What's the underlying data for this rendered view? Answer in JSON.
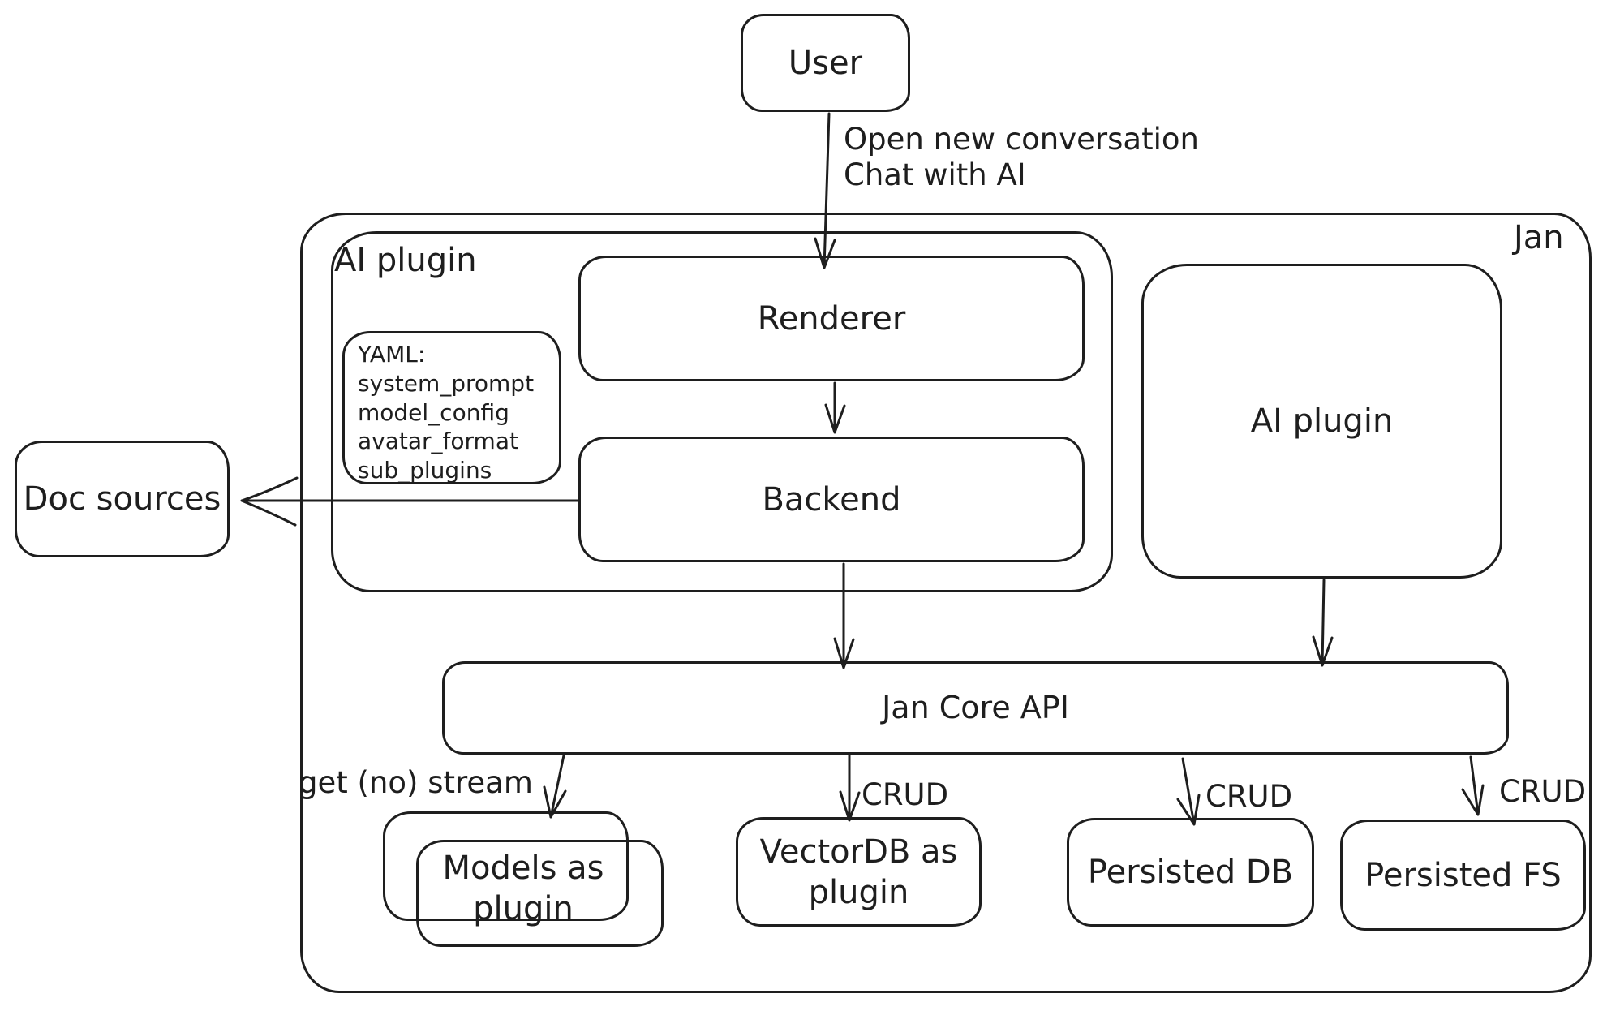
{
  "canvas": {
    "background_color": "#ffffff",
    "stroke_color": "#1e1e1e"
  },
  "container": {
    "label": "Jan"
  },
  "nodes": {
    "user": {
      "label": "User"
    },
    "ai_plugin_group": {
      "label": "AI plugin"
    },
    "yaml_note": {
      "text": "YAML:\nsystem_prompt\nmodel_config\navatar_format\nsub_plugins"
    },
    "renderer": {
      "label": "Renderer"
    },
    "backend": {
      "label": "Backend"
    },
    "doc_sources": {
      "label": "Doc sources"
    },
    "ai_plugin_right": {
      "label": "AI plugin"
    },
    "jan_core_api": {
      "label": "Jan Core API"
    },
    "models_as_plugin": {
      "label": "Models as plugin"
    },
    "vectordb": {
      "label": "VectorDB as plugin"
    },
    "persisted_db": {
      "label": "Persisted DB"
    },
    "persisted_fs": {
      "label": "Persisted FS"
    }
  },
  "edges": {
    "user_to_renderer": {
      "from": "user",
      "to": "renderer",
      "label": "Open new conversation\nChat with AI"
    },
    "renderer_to_backend": {
      "from": "renderer",
      "to": "backend",
      "label": ""
    },
    "backend_to_doc_sources": {
      "from": "backend",
      "to": "doc_sources",
      "label": ""
    },
    "backend_to_jan_core_api": {
      "from": "backend",
      "to": "jan_core_api",
      "label": ""
    },
    "ai_plugin_right_to_jan_core_api": {
      "from": "ai_plugin_right",
      "to": "jan_core_api",
      "label": ""
    },
    "api_to_models": {
      "from": "jan_core_api",
      "to": "models_as_plugin",
      "label": "get (no) stream"
    },
    "api_to_vectordb": {
      "from": "jan_core_api",
      "to": "vectordb",
      "label": "CRUD"
    },
    "api_to_persisted_db": {
      "from": "jan_core_api",
      "to": "persisted_db",
      "label": "CRUD"
    },
    "api_to_persisted_fs": {
      "from": "jan_core_api",
      "to": "persisted_fs",
      "label": "CRUD"
    }
  }
}
